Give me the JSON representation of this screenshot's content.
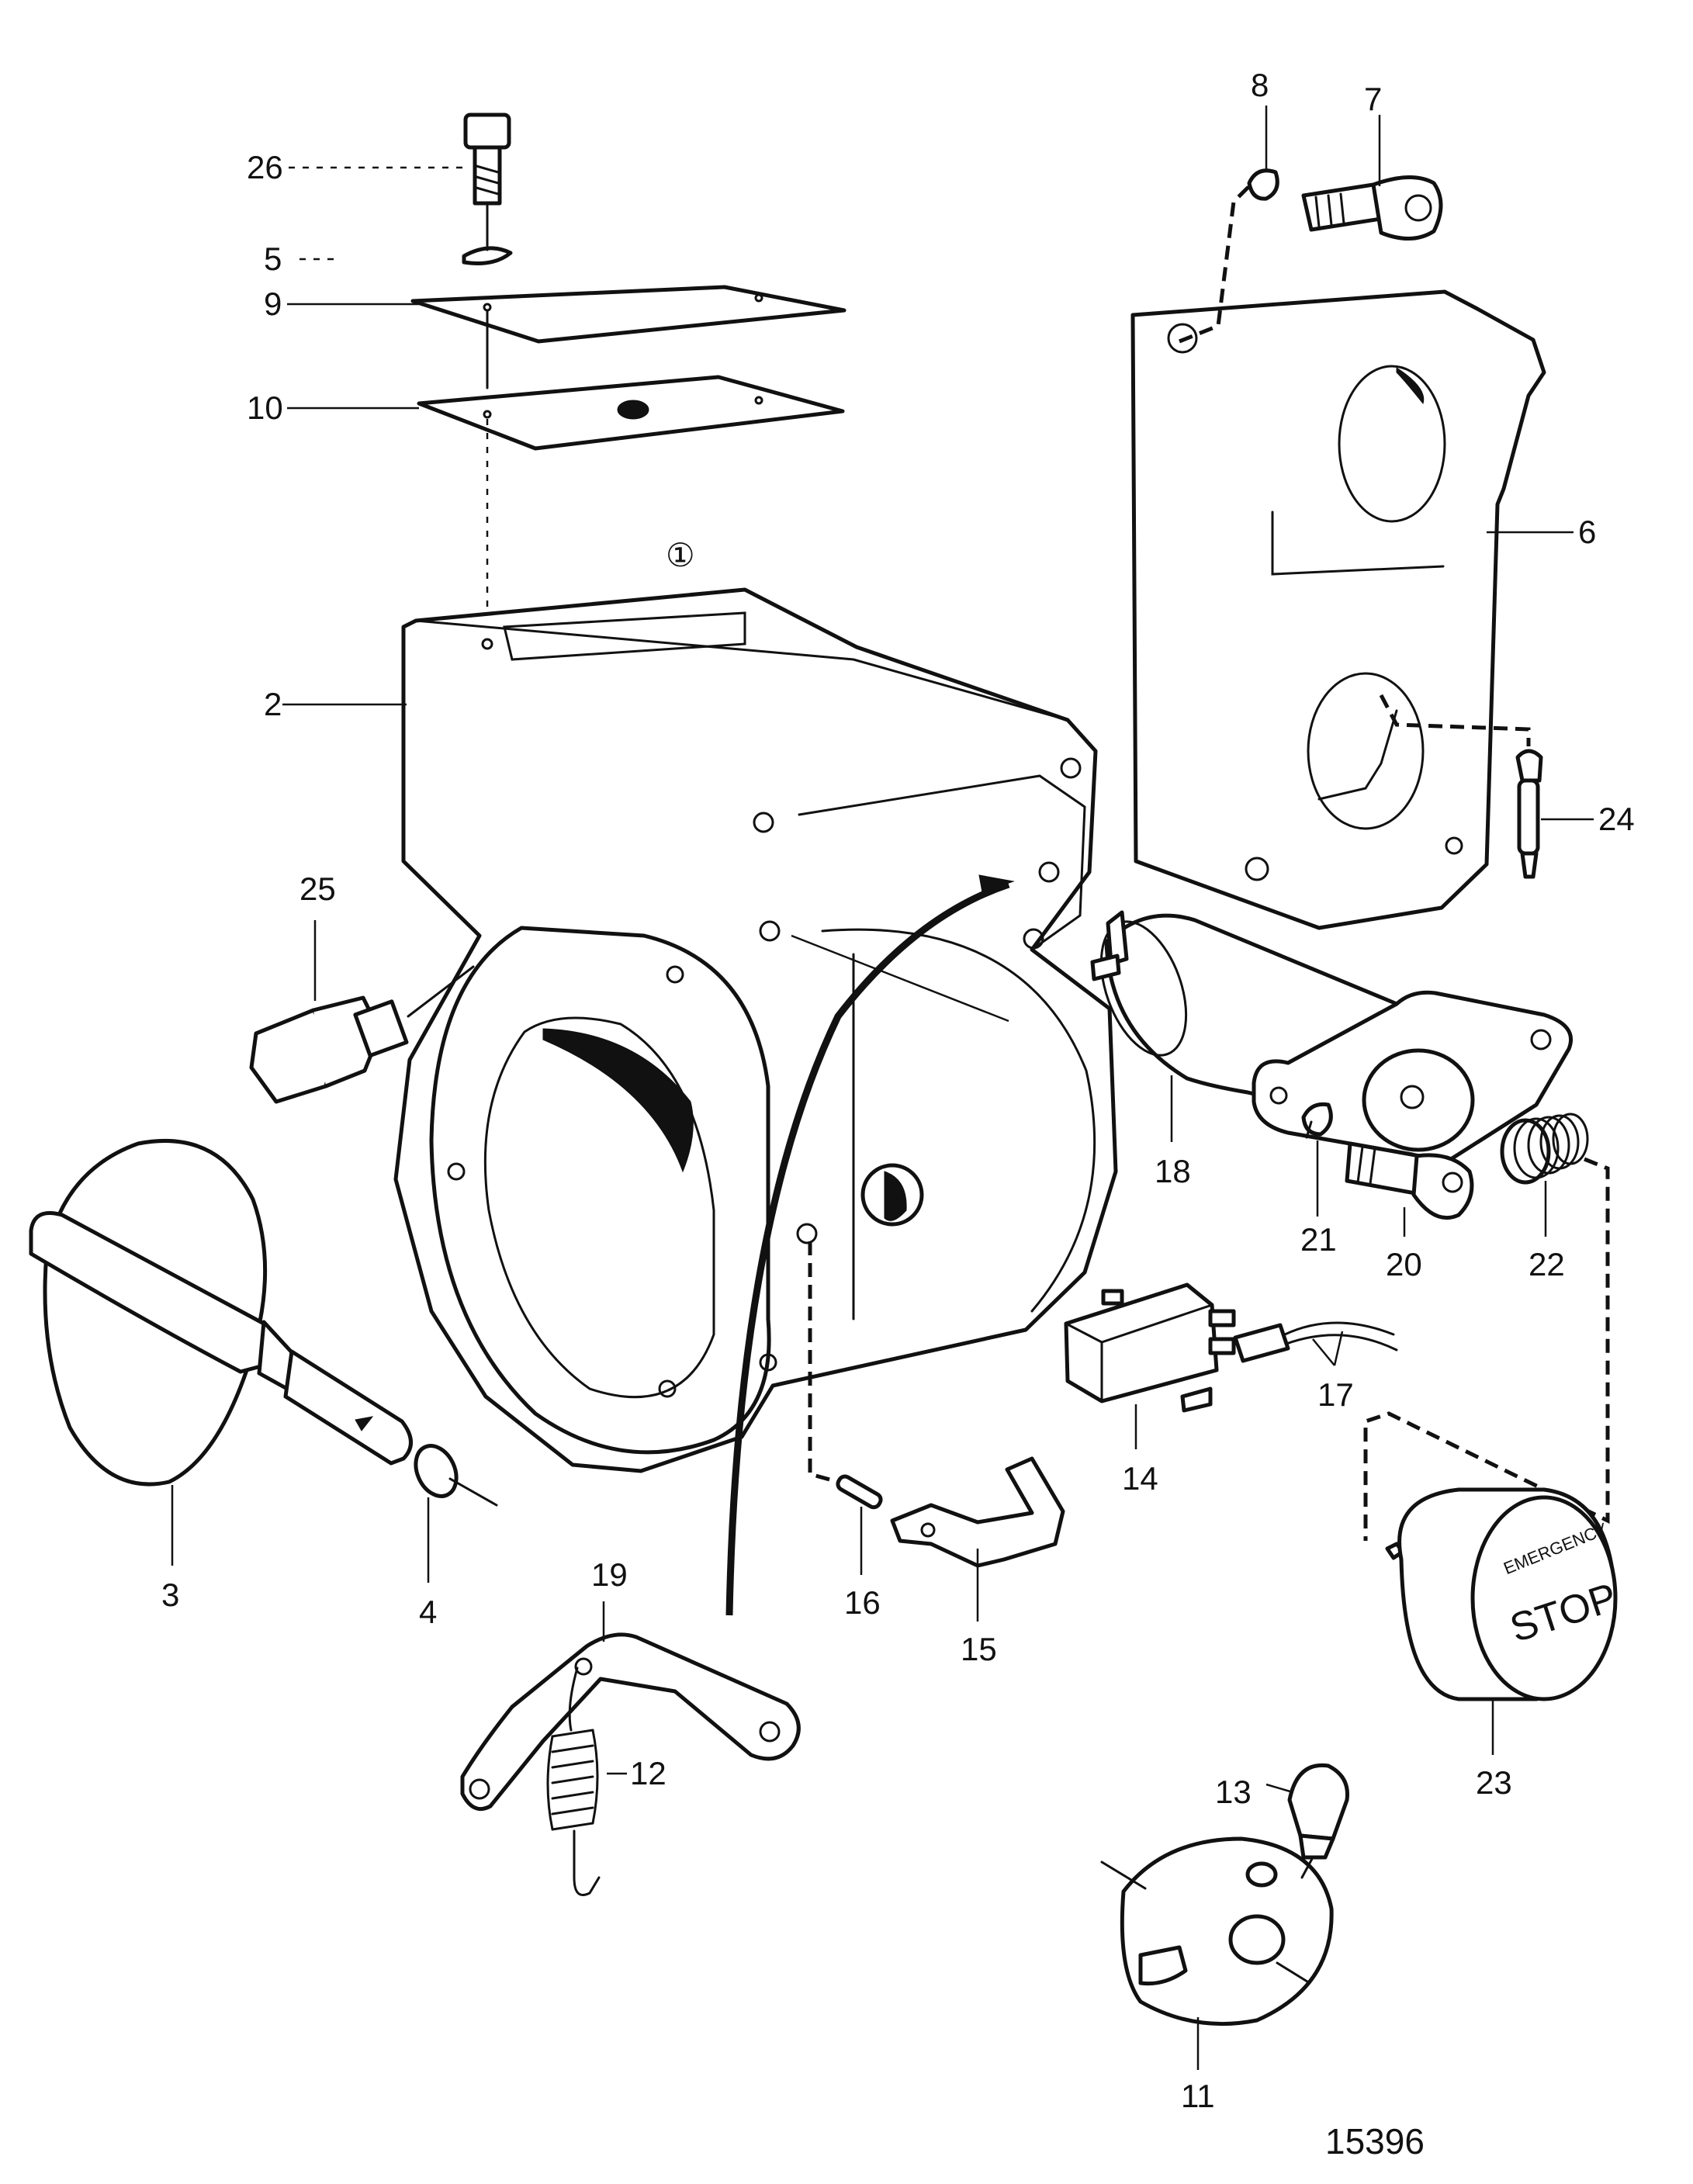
{
  "diagram": {
    "drawing_number": "15396",
    "group_marker": "①",
    "labels": {
      "p2": "2",
      "p3": "3",
      "p4": "4",
      "p5": "5",
      "p6": "6",
      "p7": "7",
      "p8": "8",
      "p9": "9",
      "p10": "10",
      "p11": "11",
      "p12": "12",
      "p13": "13",
      "p14": "14",
      "p15": "15",
      "p16": "16",
      "p17": "17",
      "p18": "18",
      "p19": "19",
      "p20": "20",
      "p21": "21",
      "p22": "22",
      "p23": "23",
      "p24": "24",
      "p25": "25",
      "p26": "26"
    },
    "stop_button": {
      "ring_text": "EMERGENCY",
      "center_text": "STOP"
    }
  }
}
